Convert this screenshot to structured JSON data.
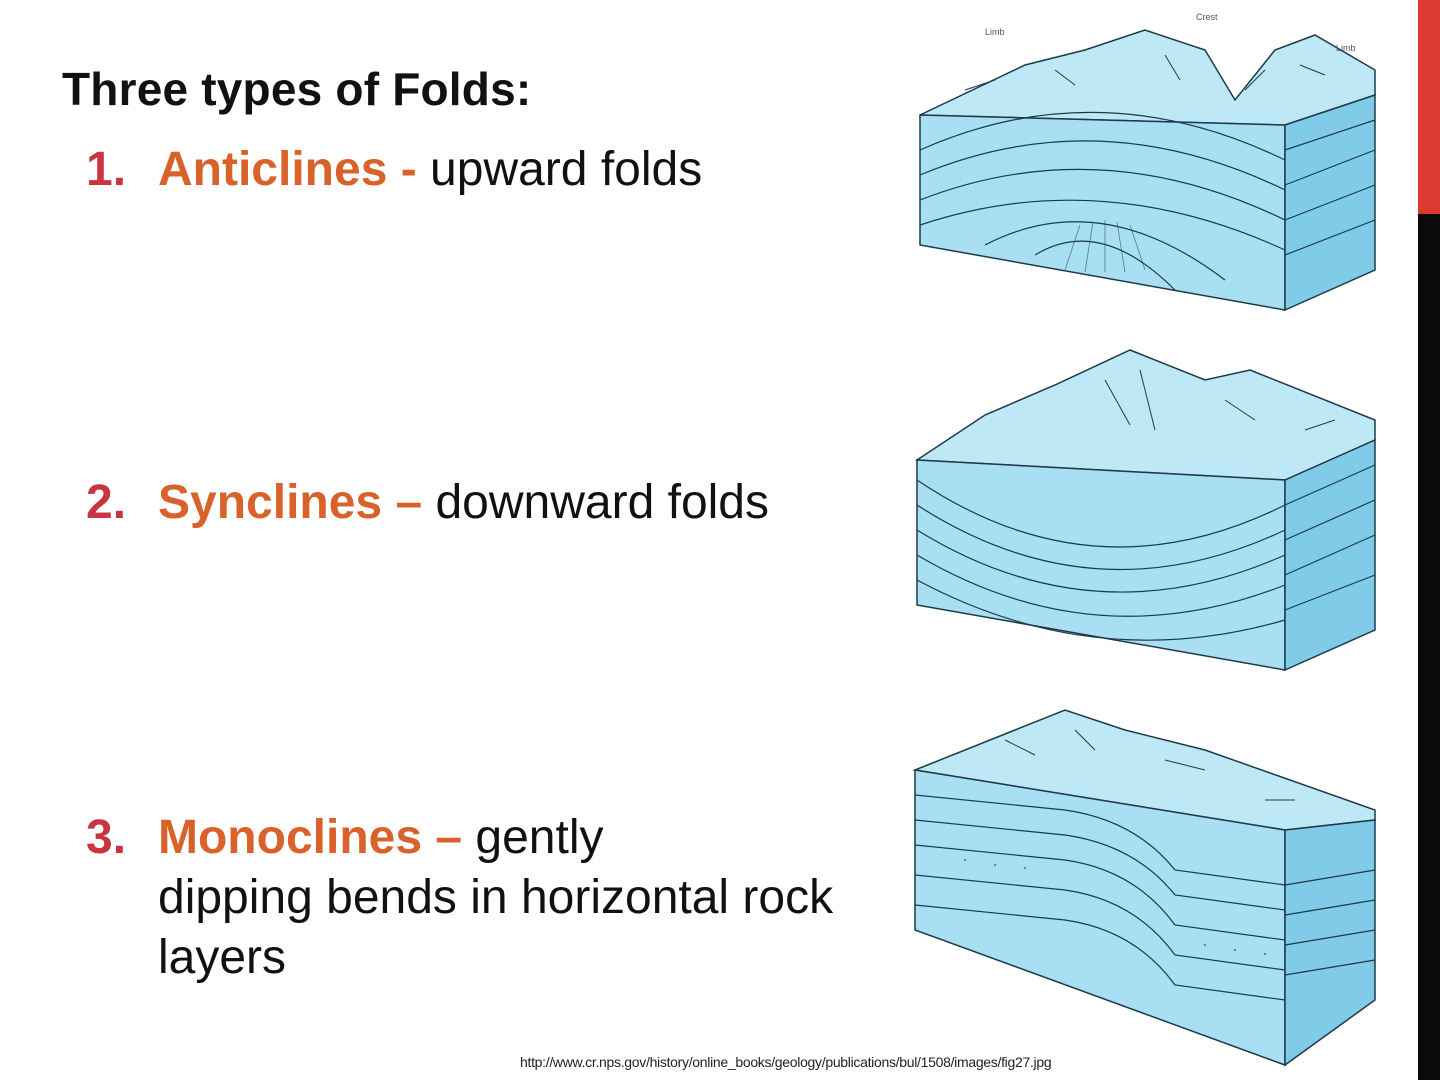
{
  "slide": {
    "title": "Three types of Folds:",
    "items": [
      {
        "number": "1.",
        "term": "Anticlines",
        "dash": " - ",
        "description": "upward folds"
      },
      {
        "number": "2.",
        "term": "Synclines",
        "dash": " – ",
        "description": "downward folds"
      },
      {
        "number": "3.",
        "term": "Monoclines",
        "dash": " – ",
        "description_line1": "gently",
        "description_rest": "dipping bends in horizontal rock layers"
      }
    ],
    "diagram_labels": {
      "limb_left": "Limb",
      "crest": "Crest",
      "limb_right": "Limb"
    },
    "source": "http://www.cr.nps.gov/history/online_books/geology/publications/bul/1508/images/fig27.jpg"
  },
  "colors": {
    "number": "#c8353e",
    "term": "#d9622b",
    "text": "#111111",
    "block_fill": "#a8dff2",
    "block_side": "#7fcbe8",
    "edge_red": "#dd3a32",
    "edge_black": "#0a0a0a"
  },
  "icons": {
    "diagram_1": "anticline-block-diagram",
    "diagram_2": "syncline-block-diagram",
    "diagram_3": "monocline-block-diagram"
  }
}
